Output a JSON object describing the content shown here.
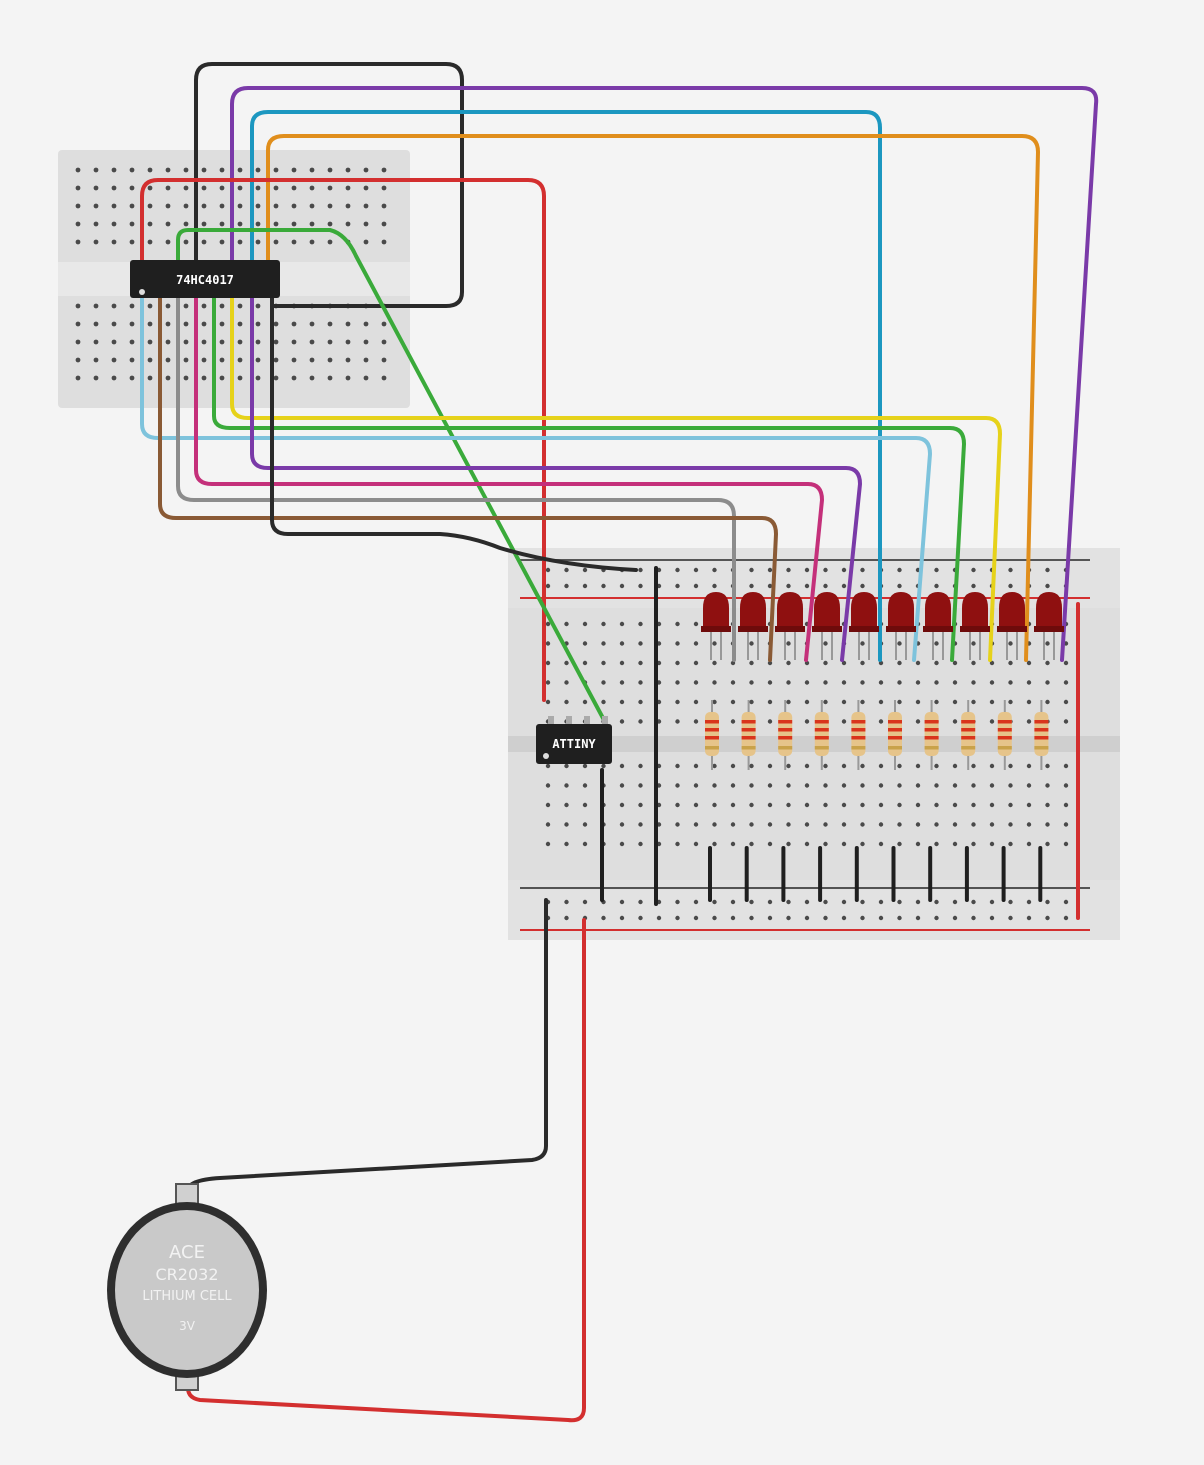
{
  "components": {
    "counter_ic": {
      "label": "74HC4017"
    },
    "mcu": {
      "label": "ATTINY"
    },
    "battery": {
      "line1": "ACE",
      "line2": "CR2032",
      "line3": "LITHIUM CELL",
      "line4": "3V"
    },
    "led_count": 10,
    "resistor_count": 10
  },
  "colors": {
    "background": "#f4f4f4",
    "breadboard": "#dedede",
    "breadboard_hole": "#4a4a4a",
    "chip_body": "#1f1f1f",
    "led_body": "#8f1010",
    "resistor_body": "#e6c48a",
    "battery_body": "#3a3a3a",
    "battery_face": "#c8c8c8"
  },
  "wires": [
    {
      "name": "black-loop",
      "color": "#2a2a2a"
    },
    {
      "name": "purple-top",
      "color": "#7a3aa8"
    },
    {
      "name": "blue-top",
      "color": "#1c97c0"
    },
    {
      "name": "orange-top",
      "color": "#e08e1c"
    },
    {
      "name": "red-mini",
      "color": "#d32f2f"
    },
    {
      "name": "green-top",
      "color": "#3aaa3a"
    },
    {
      "name": "lightblue",
      "color": "#7ec3dc"
    },
    {
      "name": "yellow",
      "color": "#e6d21a"
    },
    {
      "name": "green-low",
      "color": "#3aaa3a"
    },
    {
      "name": "purple-low",
      "color": "#7a3aa8"
    },
    {
      "name": "magenta",
      "color": "#c4307a"
    },
    {
      "name": "gray",
      "color": "#8c8c8c"
    },
    {
      "name": "brown",
      "color": "#8a5a35"
    },
    {
      "name": "black-to-board",
      "color": "#2a2a2a"
    },
    {
      "name": "battery-black",
      "color": "#2a2a2a"
    },
    {
      "name": "battery-red",
      "color": "#d32f2f"
    }
  ]
}
